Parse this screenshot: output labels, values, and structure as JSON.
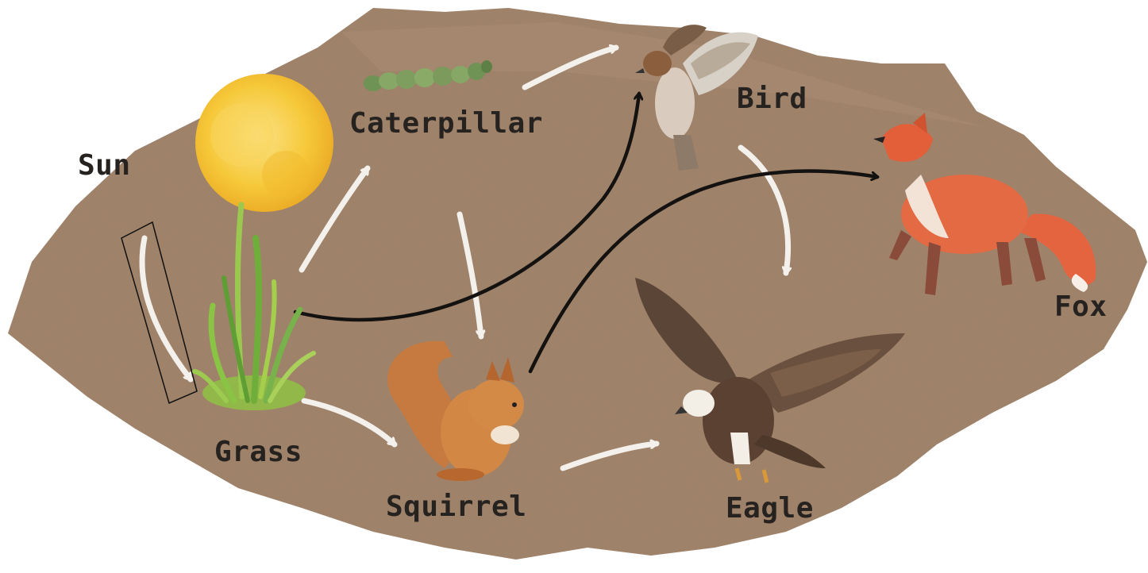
{
  "diagram": {
    "type": "food-web",
    "background_color": "#a0826b",
    "organisms": {
      "sun": {
        "label": "Sun",
        "icon": "sun-icon",
        "color": "#f5c531"
      },
      "grass": {
        "label": "Grass",
        "icon": "grass-icon",
        "color": "#8cc63f"
      },
      "caterpillar": {
        "label": "Caterpillar",
        "icon": "caterpillar-icon",
        "color": "#7f9f5a"
      },
      "bird": {
        "label": "Bird",
        "icon": "bird-icon",
        "color": "#a07b5c"
      },
      "fox": {
        "label": "Fox",
        "icon": "fox-icon",
        "color": "#e0613a"
      },
      "squirrel": {
        "label": "Squirrel",
        "icon": "squirrel-icon",
        "color": "#c7773c"
      },
      "eagle": {
        "label": "Eagle",
        "icon": "eagle-icon",
        "color": "#5a4334"
      }
    },
    "arrows": [
      {
        "from": "sun",
        "to": "grass",
        "color": "white"
      },
      {
        "from": "grass",
        "to": "caterpillar",
        "color": "white"
      },
      {
        "from": "grass",
        "to": "squirrel",
        "color": "white"
      },
      {
        "from": "grass",
        "to": "bird",
        "color": "black"
      },
      {
        "from": "caterpillar",
        "to": "bird",
        "color": "white"
      },
      {
        "from": "caterpillar",
        "to": "squirrel",
        "color": "white"
      },
      {
        "from": "squirrel",
        "to": "fox",
        "color": "black"
      },
      {
        "from": "squirrel",
        "to": "eagle",
        "color": "white"
      },
      {
        "from": "bird",
        "to": "eagle",
        "color": "white"
      }
    ]
  }
}
